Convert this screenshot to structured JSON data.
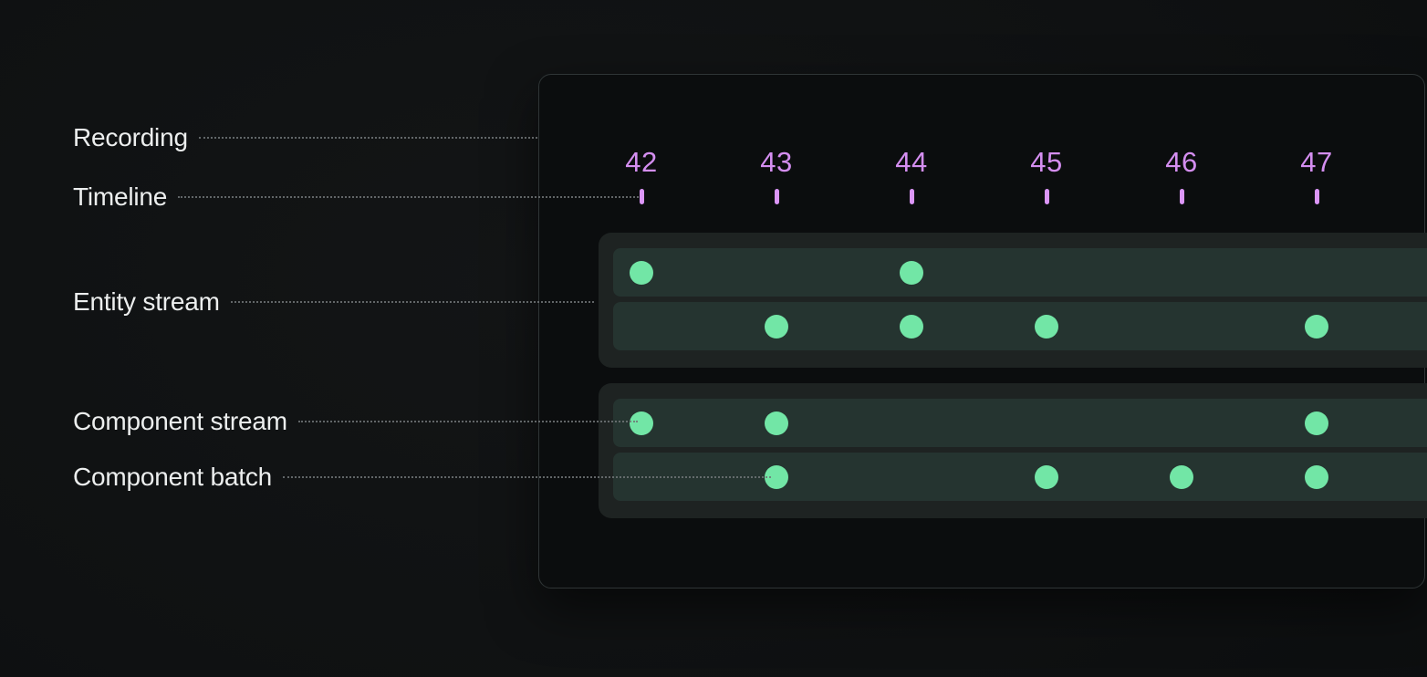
{
  "labels": {
    "recording": "Recording",
    "timeline": "Timeline",
    "entity_stream": "Entity stream",
    "component_stream": "Component stream",
    "component_batch": "Component batch"
  },
  "timeline": {
    "ticks": [
      "42",
      "43",
      "44",
      "45",
      "46",
      "47"
    ]
  },
  "streams": {
    "groups": [
      {
        "id": "entity",
        "rows": [
          {
            "id": "entity-stream-row-1",
            "dots": [
              42,
              44
            ]
          },
          {
            "id": "entity-stream-row-2",
            "dots": [
              43,
              44,
              45,
              47
            ]
          }
        ]
      },
      {
        "id": "component",
        "rows": [
          {
            "id": "component-stream-row",
            "dots": [
              42,
              43,
              47
            ]
          },
          {
            "id": "component-batch-row",
            "dots": [
              43,
              45,
              46,
              47
            ]
          }
        ]
      }
    ]
  },
  "colors": {
    "bg": "#0f1112",
    "panel-bg": "#0b0d0e",
    "panel-border": "#2f3536",
    "group-bg": "#1e2322",
    "row-bg": "#253430",
    "dot": "#72e6a6",
    "timeline": "#d48ef0",
    "tick": "#dc96f8",
    "label": "#eceeee",
    "leader": "#707577"
  }
}
